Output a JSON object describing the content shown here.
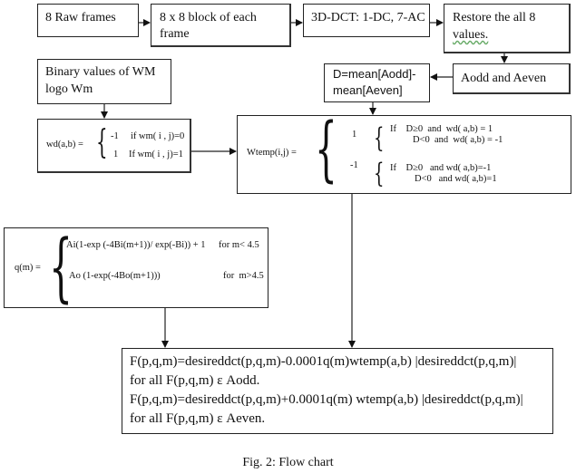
{
  "boxes": {
    "raw_frames": "8 Raw frames",
    "block8x8_line1": "8 x 8 block of each",
    "block8x8_line2": "frame",
    "dct": "3D-DCT: 1-DC, 7-AC",
    "restore_line1": "Restore the all 8",
    "restore_line2": "values.",
    "aodd_aeven": "Aodd and Aeven",
    "dmean_line1": "D=mean[Aodd]-",
    "dmean_line2": "mean[Aeven]",
    "binary_line1": "Binary values of WM",
    "binary_line2": "logo Wm"
  },
  "wd_formula": {
    "lhs": "wd(a,b) =",
    "case1_val": "-1",
    "case1_cond": "if wm( i , j)=0",
    "case2_val": "1",
    "case2_cond": "If wm( i , j)=1"
  },
  "wtemp_formula": {
    "lhs": "Wtemp(i,j) =",
    "case1_val": "1",
    "case1_cond1": "If    D≥0  and  wd( a,b) = 1",
    "case1_cond2": "D<0  and  wd( a,b) = -1",
    "case2_val": "-1",
    "case2_cond1": "If    D≥0   and wd( a,b)=-1",
    "case2_cond2": "D<0   and wd( a,b)=1"
  },
  "q_formula": {
    "lhs": "q(m) =",
    "case1_expr": "Ai(1-exp (-4Bi(m+1))/ exp(-Bi)) + 1",
    "case1_cond": "for m< 4.5",
    "case2_expr": "Ao (1-exp(-4Bo(m+1)))",
    "case2_cond": "for  m>4.5"
  },
  "final_formula": {
    "line1": "F(p,q,m)=desireddct(p,q,m)-0.0001q(m)wtemp(a,b) |desireddct(p,q,m)|",
    "line2": "for all F(p,q,m) ε Aodd.",
    "line3": "F(p,q,m)=desireddct(p,q,m)+0.0001q(m) wtemp(a,b) |desireddct(p,q,m)|",
    "line4": "for all F(p,q,m) ε Aeven."
  },
  "caption": "Fig. 2: Flow chart"
}
